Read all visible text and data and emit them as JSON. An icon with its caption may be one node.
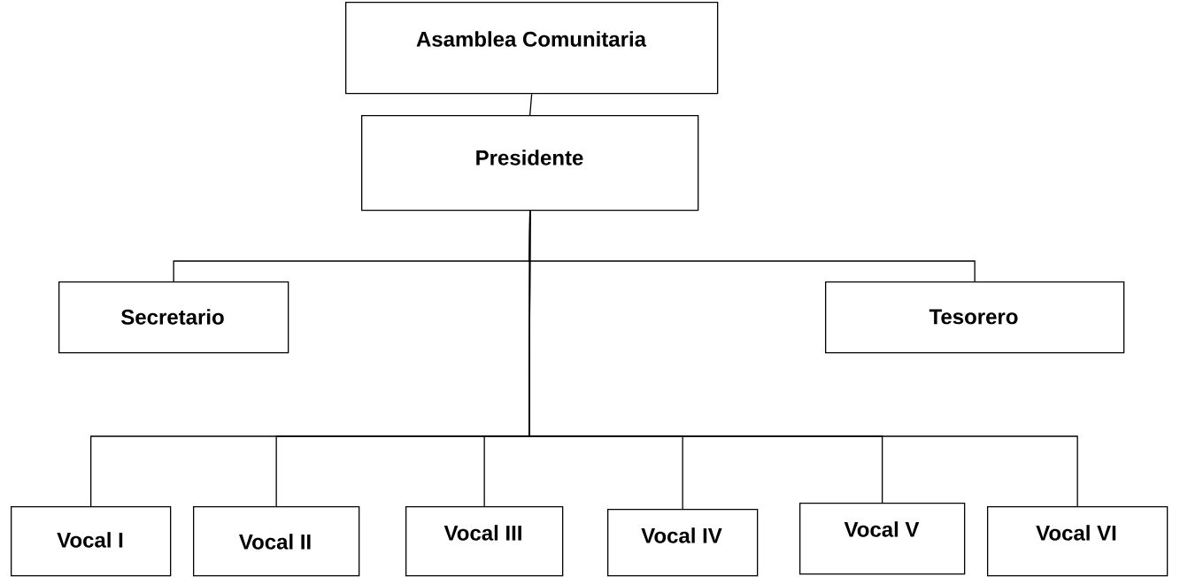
{
  "diagram": {
    "nodes": [
      {
        "text": [
          "Asamblea Comunitaria"
        ]
      },
      {
        "text": [
          "Presidente"
        ]
      },
      {
        "text": [
          "Secretario"
        ]
      },
      {
        "text": [
          "Tesorero"
        ]
      },
      {
        "text": [
          "Vocal I"
        ]
      },
      {
        "text": [
          "Vocal II"
        ]
      },
      {
        "text": [
          "Vocal III"
        ]
      },
      {
        "text": [
          "Vocal IV"
        ]
      },
      {
        "text": [
          "Vocal V"
        ]
      },
      {
        "text": [
          "Vocal VI"
        ]
      }
    ],
    "edges": [
      {
        "from": 0,
        "to": 1,
        "arrow": "none"
      },
      {
        "from": 1,
        "to": 2,
        "arrow": "none"
      },
      {
        "from": 1,
        "to": 3,
        "arrow": "none"
      },
      {
        "from": 1,
        "to": 4,
        "arrow": "none"
      },
      {
        "from": 1,
        "to": 5,
        "arrow": "none"
      },
      {
        "from": 1,
        "to": 6,
        "arrow": "none"
      },
      {
        "from": 1,
        "to": 7,
        "arrow": "none"
      },
      {
        "from": 1,
        "to": 8,
        "arrow": "none"
      },
      {
        "from": 1,
        "to": 9,
        "arrow": "none"
      }
    ]
  }
}
